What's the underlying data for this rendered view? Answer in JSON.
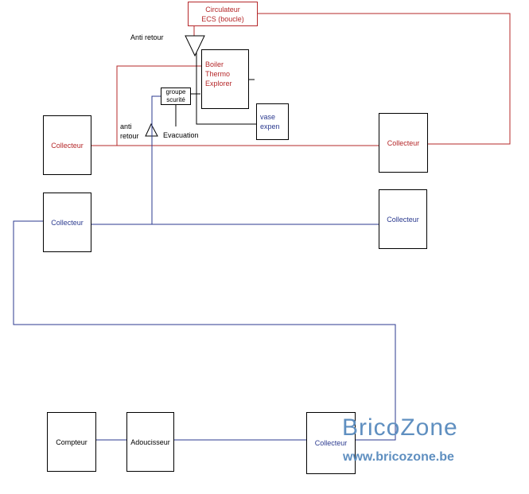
{
  "diagram": {
    "circulateur": "Circulateur\nECS (boucle)",
    "boiler": "Boiler\nThermo\nExplorer",
    "groupe": "groupe\nscurité",
    "vase": "vase\nexpen",
    "anti_retour_top": "Anti retour",
    "anti_retour_left": "anti\nretour",
    "evacuation": "Evacuation",
    "collecteur_red_left": "Collecteur",
    "collecteur_red_right": "Collecteur",
    "collecteur_blue_left": "Collecteur",
    "collecteur_blue_right": "Collecteur",
    "collecteur_bottom": "Collecteur",
    "compteur": "Compteur",
    "adoucisseur": "Adoucisseur"
  },
  "watermark": {
    "title": "BricoZone",
    "url": "www.bricozone.be"
  },
  "colors": {
    "hot_water": "#b5282a",
    "cold_water": "#2b3a8f",
    "watermark": "#5f8fc0"
  }
}
